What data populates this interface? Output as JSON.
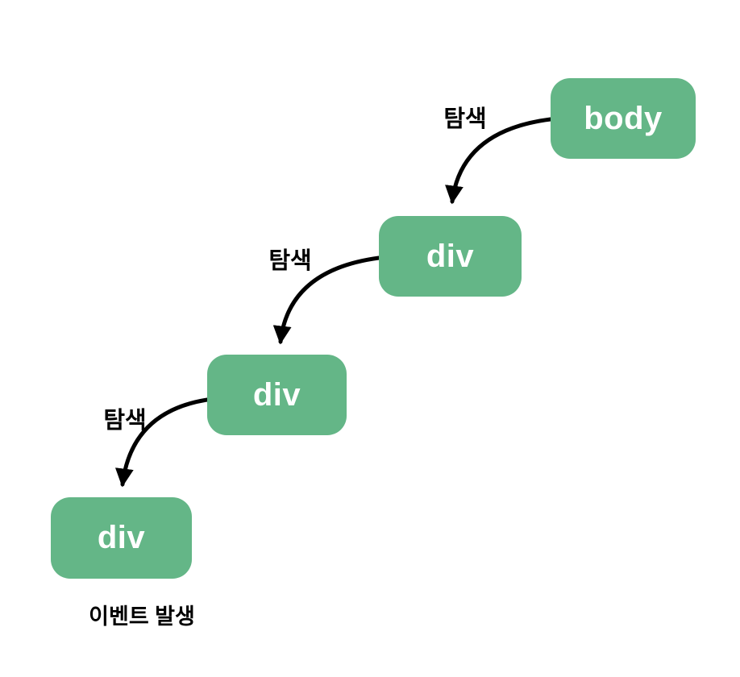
{
  "diagram": {
    "title": "event-propagation-dom-traversal",
    "colors": {
      "background": "#ffffff",
      "node_fill": "#64b687",
      "node_text": "#ffffff",
      "arrow": "#000000",
      "label_text": "#000000"
    },
    "nodes": [
      {
        "id": "body",
        "label": "body"
      },
      {
        "id": "div1",
        "label": "div"
      },
      {
        "id": "div2",
        "label": "div"
      },
      {
        "id": "div3",
        "label": "div"
      }
    ],
    "edges": [
      {
        "from": "body",
        "to": "div1",
        "label": "탐색"
      },
      {
        "from": "div1",
        "to": "div2",
        "label": "탐색"
      },
      {
        "from": "div2",
        "to": "div3",
        "label": "탐색"
      }
    ],
    "caption": "이벤트 발생"
  }
}
